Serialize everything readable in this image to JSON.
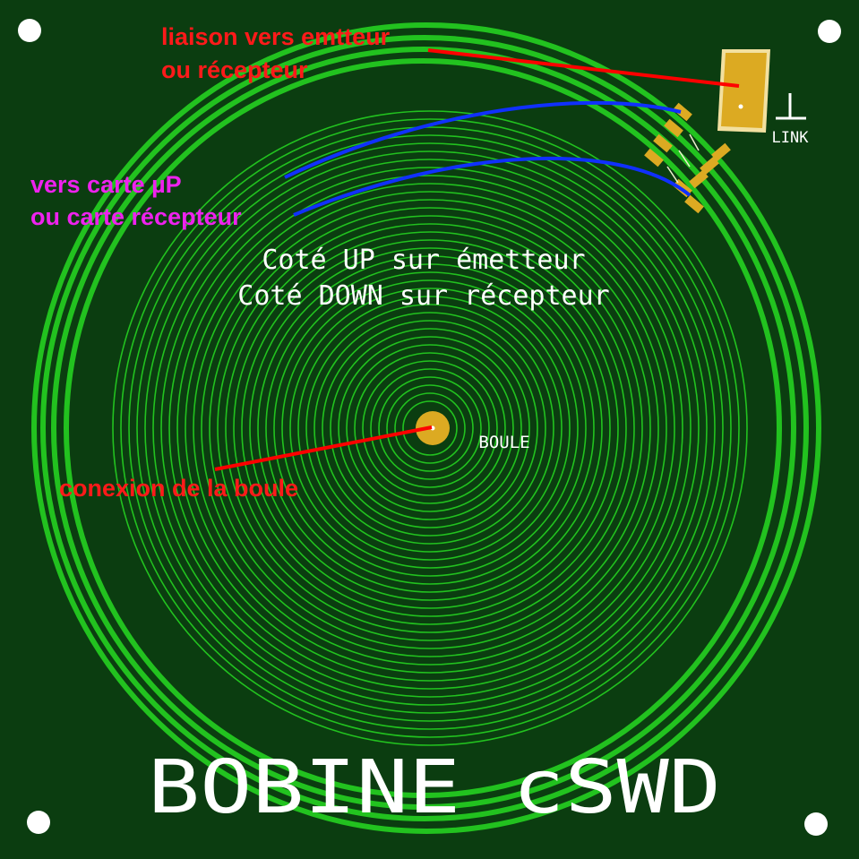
{
  "board": {
    "title": "BOBINE cSWD",
    "side_up": "Coté UP sur émetteur",
    "side_down": "Coté DOWN sur récepteur",
    "center_label": "BOULE",
    "link_label": "LINK"
  },
  "annotations": {
    "link_note_1": "liaison vers emtteur",
    "link_note_2": "ou récepteur",
    "up_note_1": "vers carte µP",
    "up_note_2": "ou carte récepteur",
    "ball_note": "conexion de la boule"
  },
  "colors": {
    "board": "#0b3d10",
    "trace": "#22c21f",
    "copper": "#dcaa22",
    "silkscreen": "#ffffff",
    "note_red": "#ff1a1a",
    "note_magenta": "#ee22ee",
    "wire_red": "#ff0000",
    "wire_blue": "#1030ff"
  }
}
